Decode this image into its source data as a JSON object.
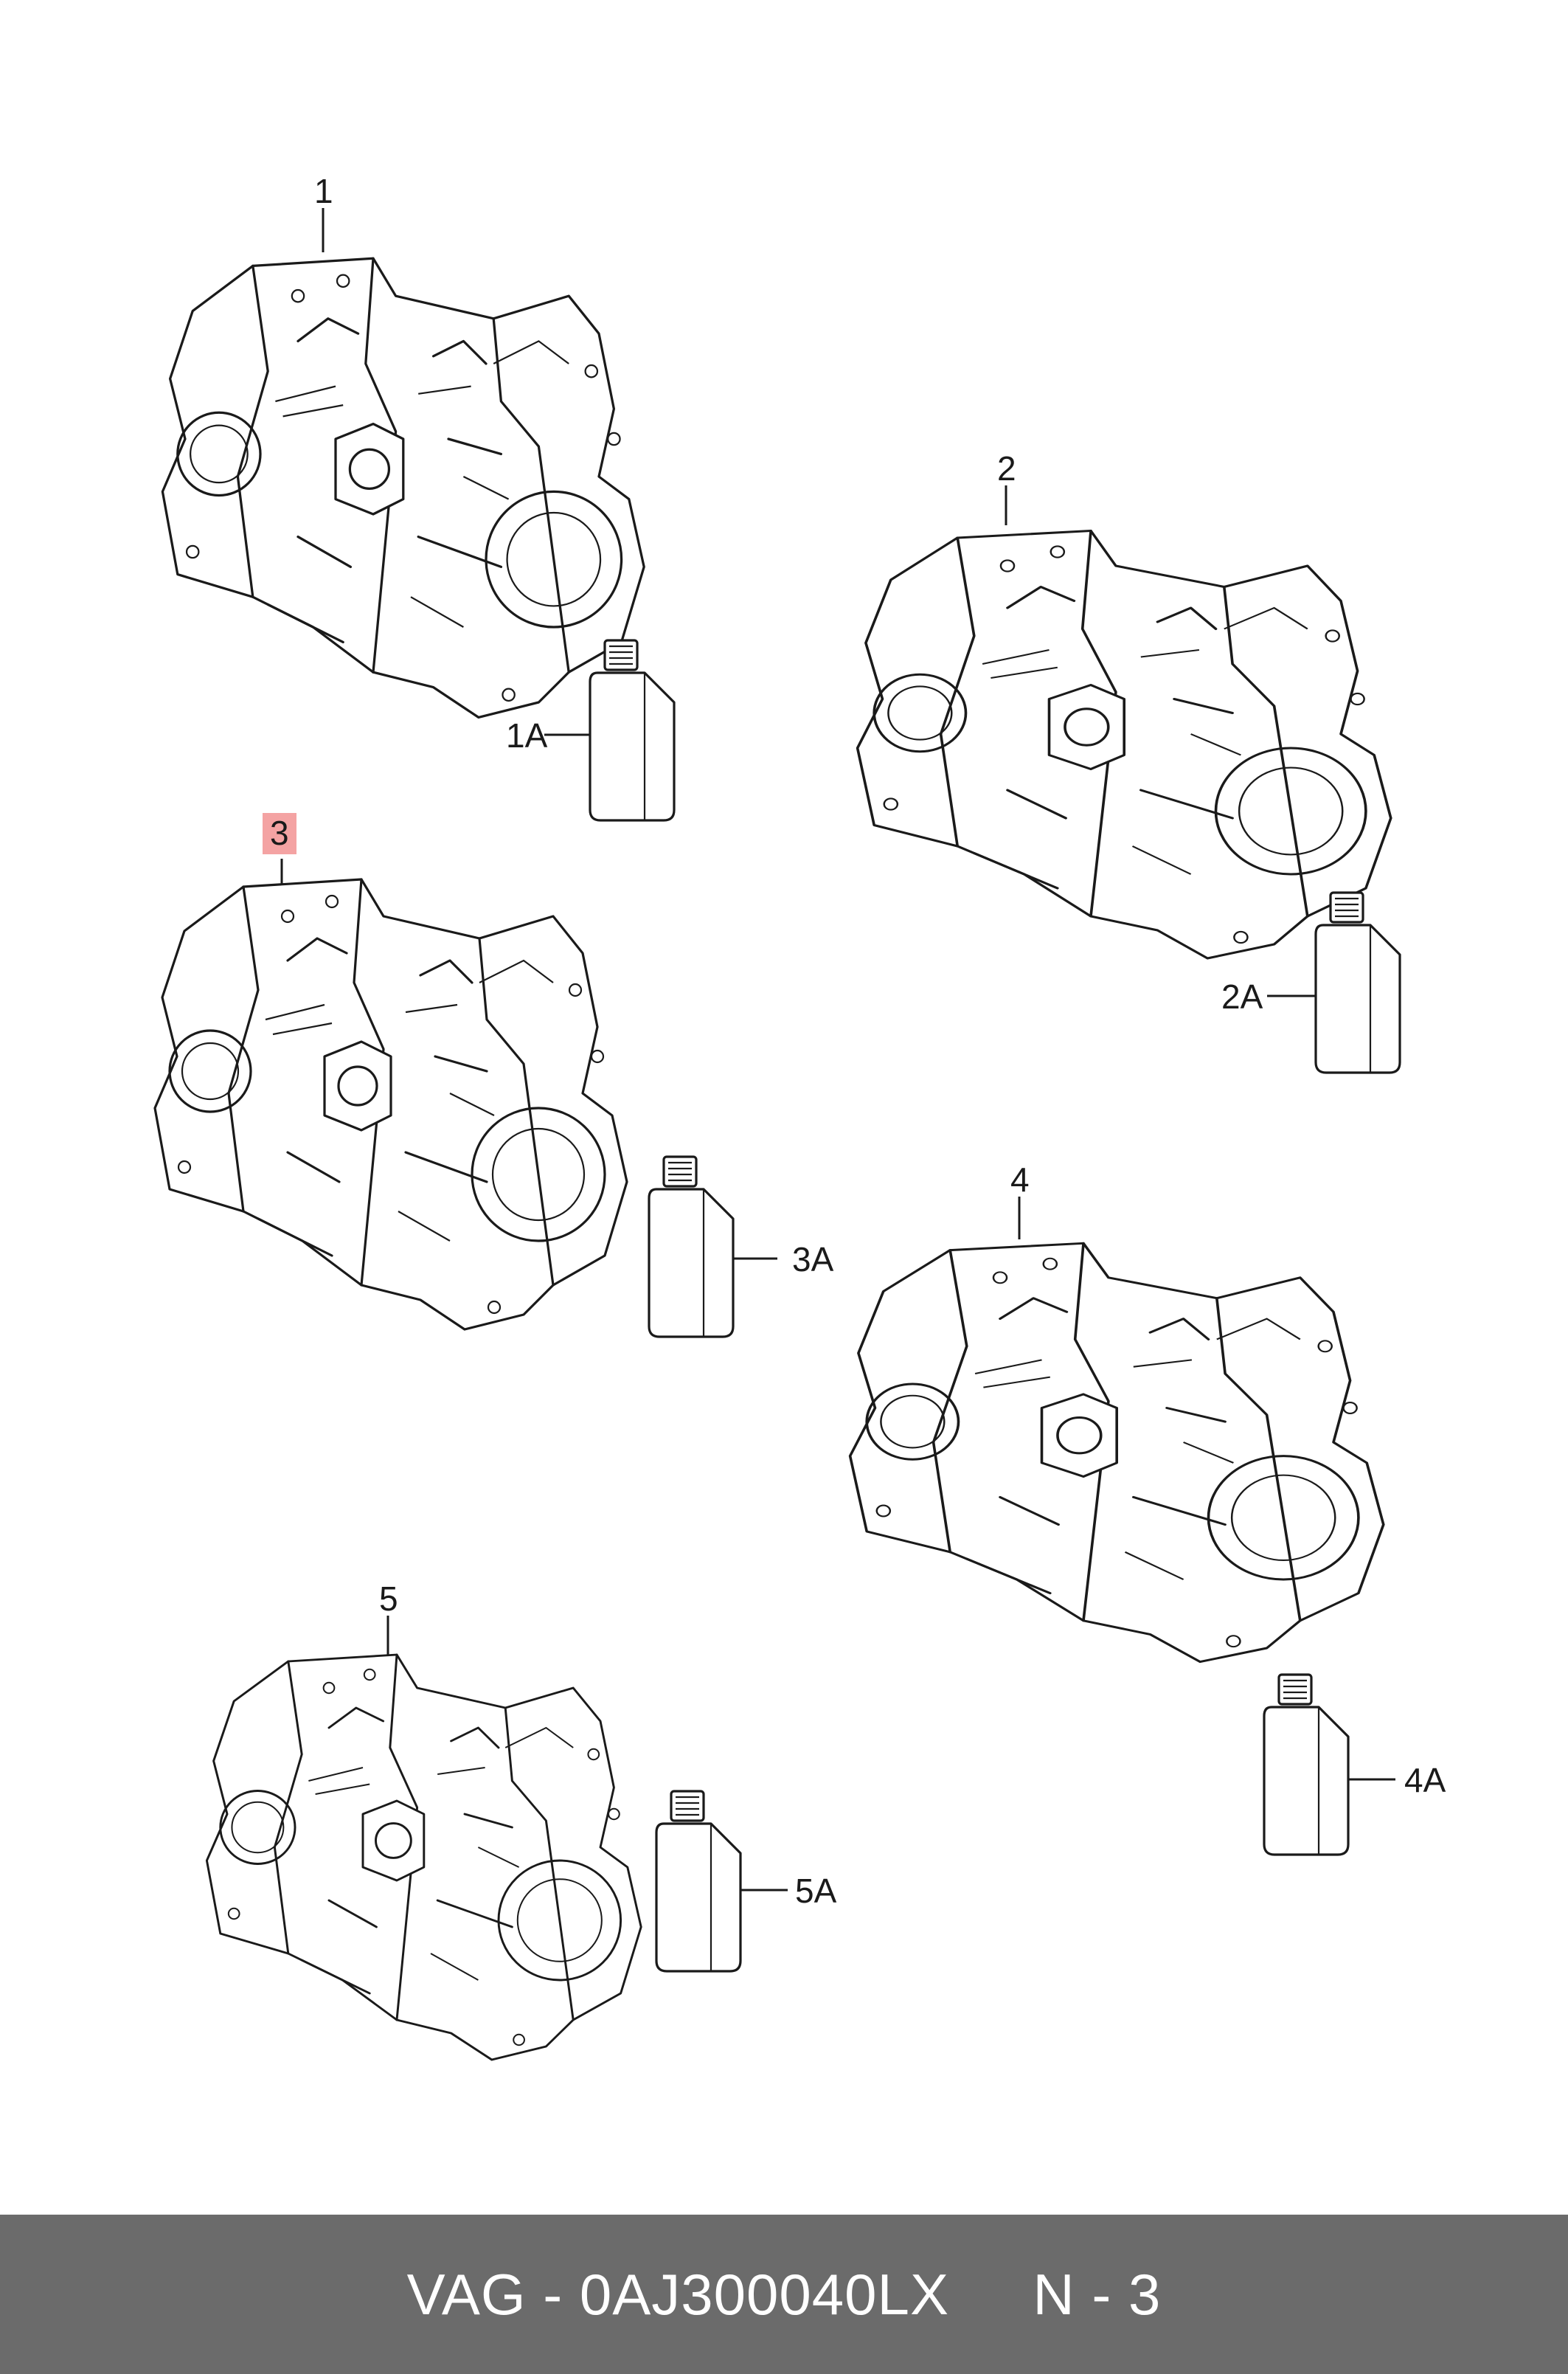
{
  "footer": {
    "part_text": "VAG - 0AJ300040LX",
    "page_text": "N - 3",
    "background_color": "#6b6b6b",
    "text_color": "#ffffff"
  },
  "callouts": [
    {
      "id": "c1",
      "label": "1"
    },
    {
      "id": "c1a",
      "label": "1A"
    },
    {
      "id": "c2",
      "label": "2"
    },
    {
      "id": "c2a",
      "label": "2A"
    },
    {
      "id": "c3",
      "label": "3",
      "highlighted": true
    },
    {
      "id": "c3a",
      "label": "3A"
    },
    {
      "id": "c4",
      "label": "4"
    },
    {
      "id": "c4a",
      "label": "4A"
    },
    {
      "id": "c5",
      "label": "5"
    },
    {
      "id": "c5a",
      "label": "5A"
    }
  ],
  "highlight_color": "#f4a3a3"
}
